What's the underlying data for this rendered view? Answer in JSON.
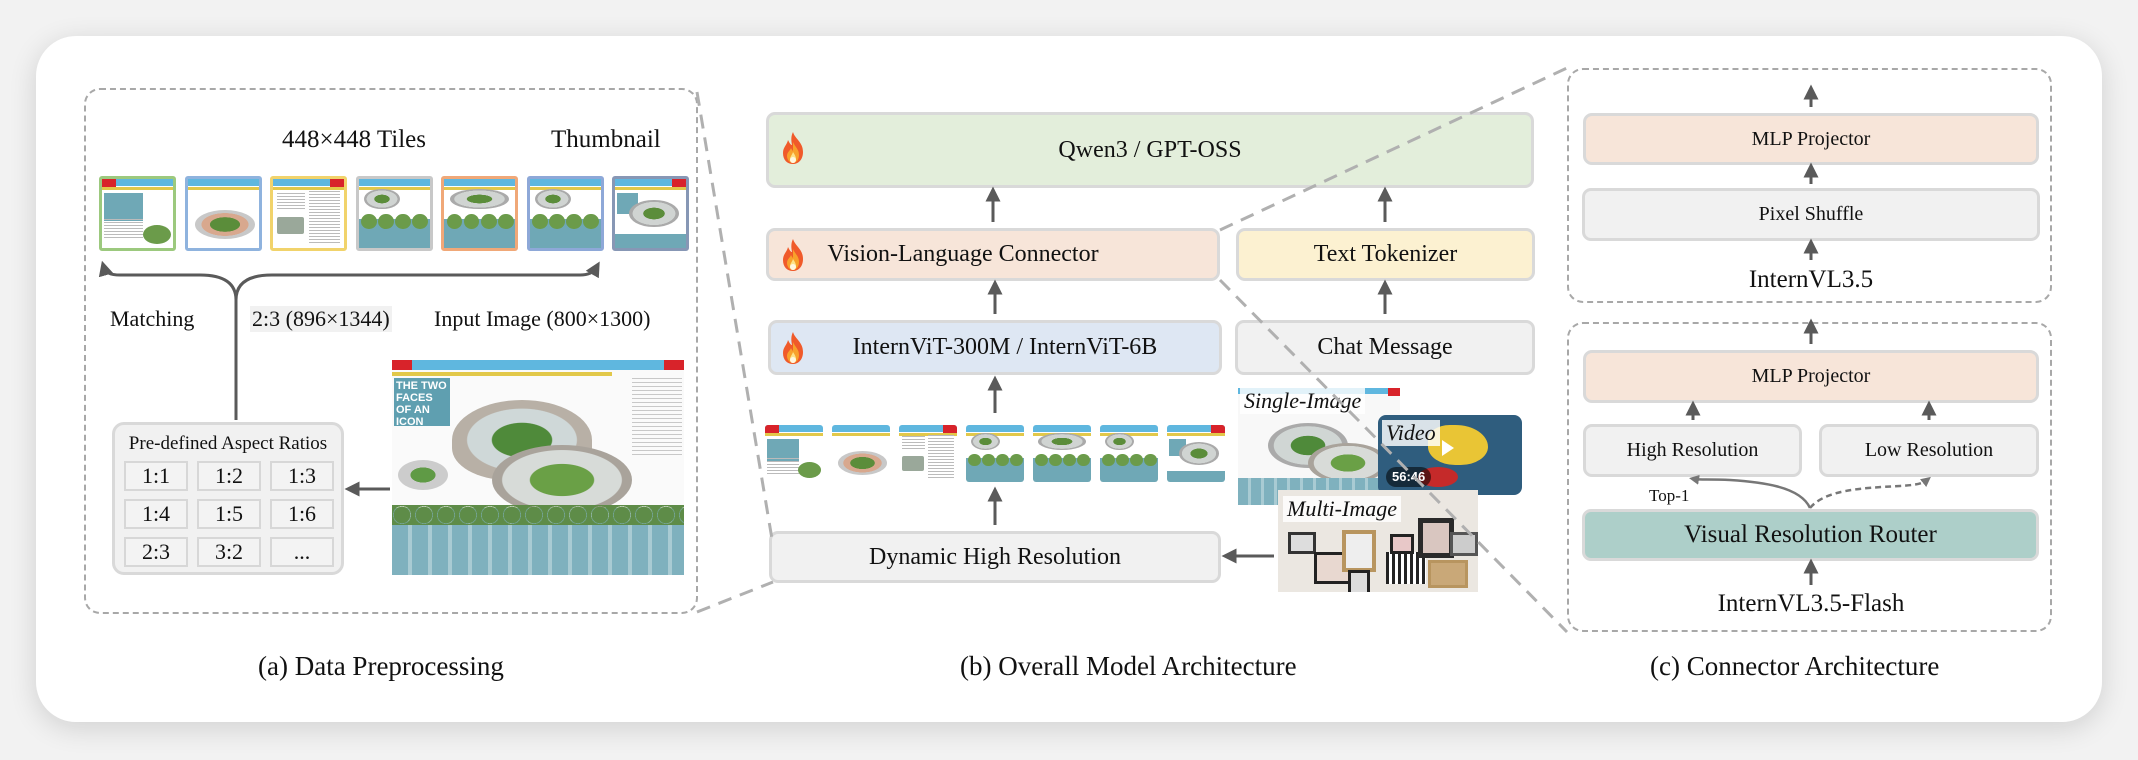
{
  "panels": {
    "a": {
      "caption": "(a) Data Preprocessing",
      "tiles_label": "448×448 Tiles",
      "thumbnail_label": "Thumbnail",
      "matching_label": "Matching",
      "matched_ratio_label": "2:3 (896×1344)",
      "input_image_label": "Input Image (800×1300)",
      "aspect_ratios_title": "Pre-defined Aspect Ratios",
      "aspect_ratios": [
        "1:1",
        "1:2",
        "1:3",
        "1:4",
        "1:5",
        "1:6",
        "2:3",
        "3:2",
        "..."
      ],
      "tile_border_colors": [
        "#9cc97e",
        "#8fb3de",
        "#f1d36b",
        "#c8c8c8",
        "#f0a878",
        "#8ea8d8",
        "#8797b5"
      ],
      "input_image_text": "THE TWO FACES OF AN ICON"
    },
    "b": {
      "caption": "(b) Overall Model Architecture",
      "llm": "Qwen3 / GPT-OSS",
      "connector": "Vision-Language Connector",
      "tokenizer": "Text Tokenizer",
      "vit": "InternViT-300M / InternViT-6B",
      "chat": "Chat Message",
      "dynamic": "Dynamic High Resolution",
      "media": {
        "single": "Single-Image",
        "video": "Video",
        "video_duration": "56:46",
        "multi": "Multi-Image"
      },
      "trainable_icon": "fire-icon"
    },
    "c": {
      "caption": "(c) Connector Architecture",
      "top": {
        "mlp": "MLP Projector",
        "shuffle": "Pixel Shuffle",
        "name": "InternVL3.5"
      },
      "bottom": {
        "mlp": "MLP Projector",
        "high": "High Resolution",
        "low": "Low Resolution",
        "top1": "Top-1",
        "router": "Visual Resolution Router",
        "name": "InternVL3.5-Flash"
      }
    }
  },
  "colors": {
    "llm": "#e3eedb",
    "connector": "#f7e5d9",
    "tokenizer": "#fcf1d1",
    "vit": "#dee7f3",
    "neutral": "#f1f1f1",
    "router": "#adcfc9",
    "arrow": "#5a5a5a",
    "dashed": "#a8a8a8"
  }
}
